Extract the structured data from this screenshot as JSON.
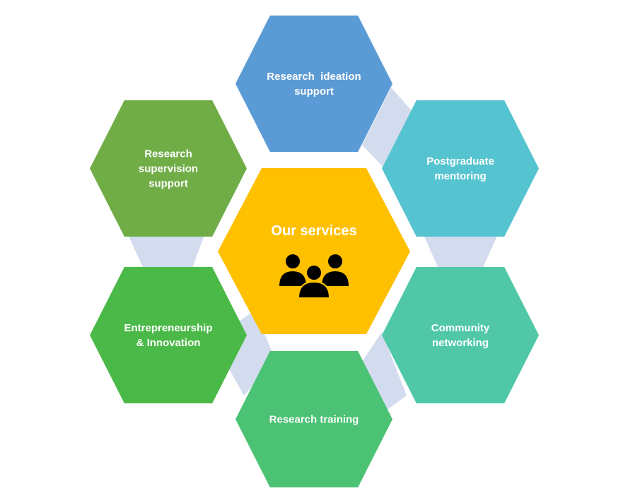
{
  "center": {
    "title": "Our services",
    "icon": "group-of-people-icon",
    "color": "#FFC000"
  },
  "services": [
    {
      "lines": [
        "Research  ideation",
        "support"
      ],
      "color": "#5B9BD5"
    },
    {
      "lines": [
        "Postgraduate",
        "mentoring"
      ],
      "color": "#56C3D0"
    },
    {
      "lines": [
        "Community",
        "networking"
      ],
      "color": "#50C8A8"
    },
    {
      "lines": [
        "Research training"
      ],
      "color": "#4BC274"
    },
    {
      "lines": [
        "Entrepreneurship",
        "& Innovation"
      ],
      "color": "#4BB947"
    },
    {
      "lines": [
        "Research",
        "supervision",
        "support"
      ],
      "color": "#70AD47"
    }
  ],
  "connector_color": "#D2DCEE"
}
